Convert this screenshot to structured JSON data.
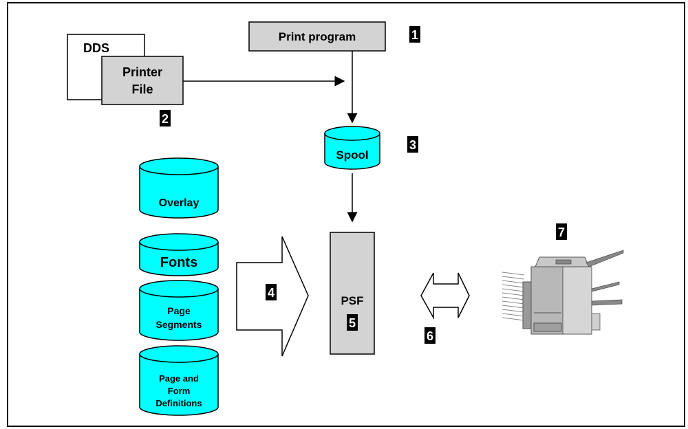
{
  "boxes": {
    "dds": "DDS",
    "printer_file_line1": "Printer",
    "printer_file_line2": "File",
    "print_program": "Print program",
    "psf": "PSF"
  },
  "cylinders": {
    "spool": "Spool",
    "overlay": "Overlay",
    "fonts": "Fonts",
    "page_segments_line1": "Page",
    "page_segments_line2": "Segments",
    "page_form_line1": "Page and",
    "page_form_line2": "Form",
    "page_form_line3": "Definitions"
  },
  "steps": {
    "s1": "1",
    "s2": "2",
    "s3": "3",
    "s4": "4",
    "s5": "5",
    "s6": "6",
    "s7": "7"
  },
  "colors": {
    "box_fill": "#d3d3d3",
    "cylinder_fill": "#00ffff",
    "printer_body": "#b0b0b0"
  }
}
